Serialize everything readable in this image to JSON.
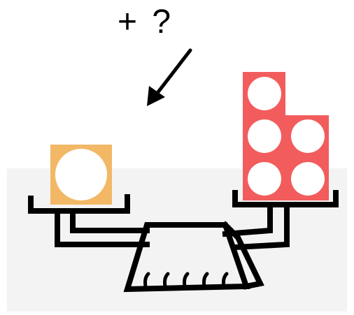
{
  "question": {
    "label": "+ ?"
  },
  "colors": {
    "backdrop": "#f3f3f3",
    "orange_block": "#f2b866",
    "red_block": "#f25c5c",
    "dot": "#ffffff",
    "outline": "#000000"
  },
  "left_pan": {
    "block_color_name": "orange",
    "dots": 1
  },
  "right_pan": {
    "block_color_name": "red",
    "dots": 5
  },
  "icons": {
    "arrow": "arrow-down-left-icon",
    "scale": "balance-scale-icon"
  }
}
